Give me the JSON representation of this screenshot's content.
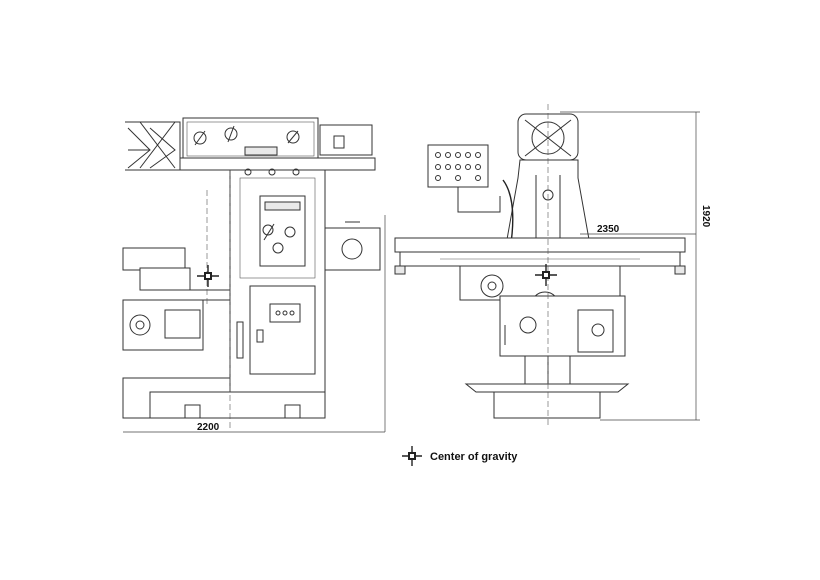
{
  "dimensions": {
    "overall_length": "2200",
    "table_length": "2350",
    "overall_height": "1920"
  },
  "legend": {
    "label": "Center of gravity",
    "icon": "center-of-gravity-icon"
  },
  "colors": {
    "line": "#333333",
    "background": "#ffffff"
  }
}
